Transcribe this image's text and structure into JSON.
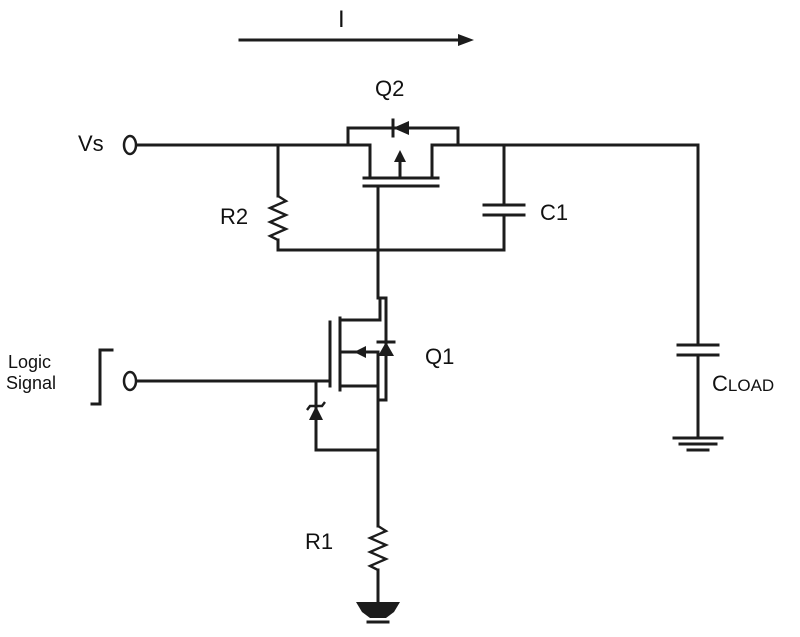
{
  "diagram": {
    "current_label": "I",
    "vs_label": "Vs",
    "q2_label": "Q2",
    "r2_label": "R2",
    "c1_label": "C1",
    "logic_label_line1": "Logic",
    "logic_label_line2": "Signal",
    "q1_label": "Q1",
    "cload_main": "C",
    "cload_sub": "LOAD",
    "r1_label": "R1"
  }
}
